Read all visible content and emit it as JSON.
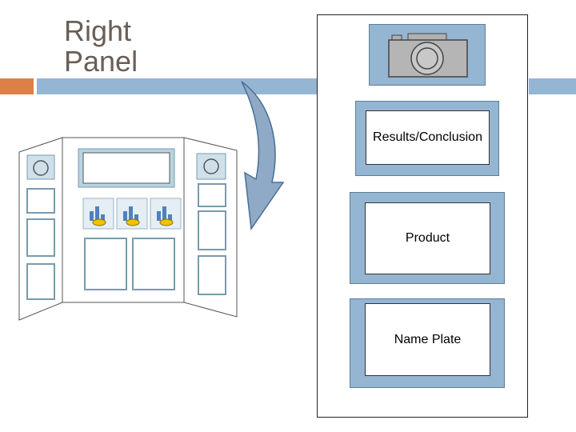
{
  "slide": {
    "title_lines": [
      "Right",
      "Panel"
    ]
  },
  "colors": {
    "accent_orange": "#dd8047",
    "accent_blue": "#94b6d2",
    "title_text": "#6b5e56",
    "arrow_fill": "#8fa9c6"
  },
  "board_thumbnail": {
    "icons": [
      "camera-icon",
      "camera-icon",
      "chart-icon",
      "chart-icon",
      "chart-icon"
    ]
  },
  "right_panel": {
    "top_icon": "camera-icon",
    "sections": [
      {
        "label": "Results/Conclusion"
      },
      {
        "label": "Product"
      },
      {
        "label": "Name Plate"
      }
    ]
  }
}
